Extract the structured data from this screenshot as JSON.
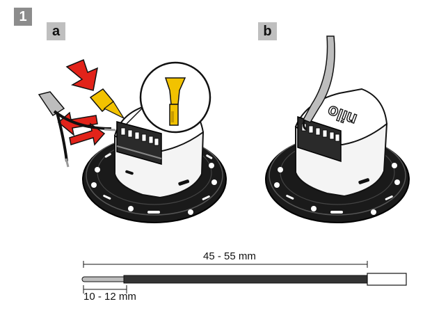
{
  "step": {
    "number": "1"
  },
  "panels": [
    {
      "label": "a"
    },
    {
      "label": "b"
    }
  ],
  "dimensions": {
    "total_length": "45 - 55 mm",
    "strip_length": "10 - 12 mm"
  },
  "device": {
    "brand_text": "nilo"
  },
  "colors": {
    "arrow_red": "#e2231a",
    "tool_yellow": "#f2c200",
    "base_black": "#1a1a1a",
    "cable_gray": "#bdbdbd",
    "badge_dark": "#8c8c8c",
    "badge_light": "#bfbfbf"
  }
}
